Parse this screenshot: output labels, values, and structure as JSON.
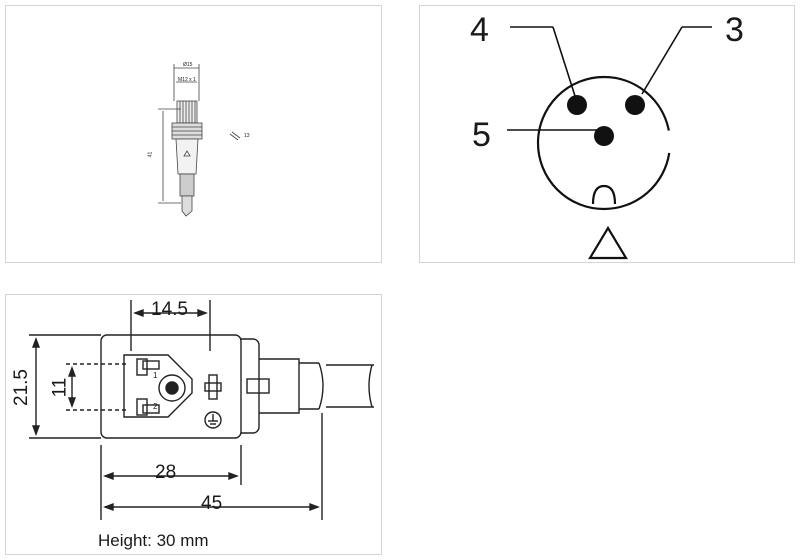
{
  "connector_drawing": {
    "dia_label": "Ø15",
    "thread_label": "M12 x 1",
    "length_label": "41",
    "wrench_label": "13"
  },
  "pin_layout": {
    "pins": [
      {
        "number": "4"
      },
      {
        "number": "3"
      },
      {
        "number": "5"
      }
    ]
  },
  "valve_plug_drawing": {
    "dim_top": "14.5",
    "dim_outer_height": "21.5",
    "dim_inner_height": "11",
    "dim_width_inner": "28",
    "dim_width_total": "45",
    "pin1_label": "1",
    "pin2_label": "2",
    "height_note": "Height: 30 mm"
  }
}
